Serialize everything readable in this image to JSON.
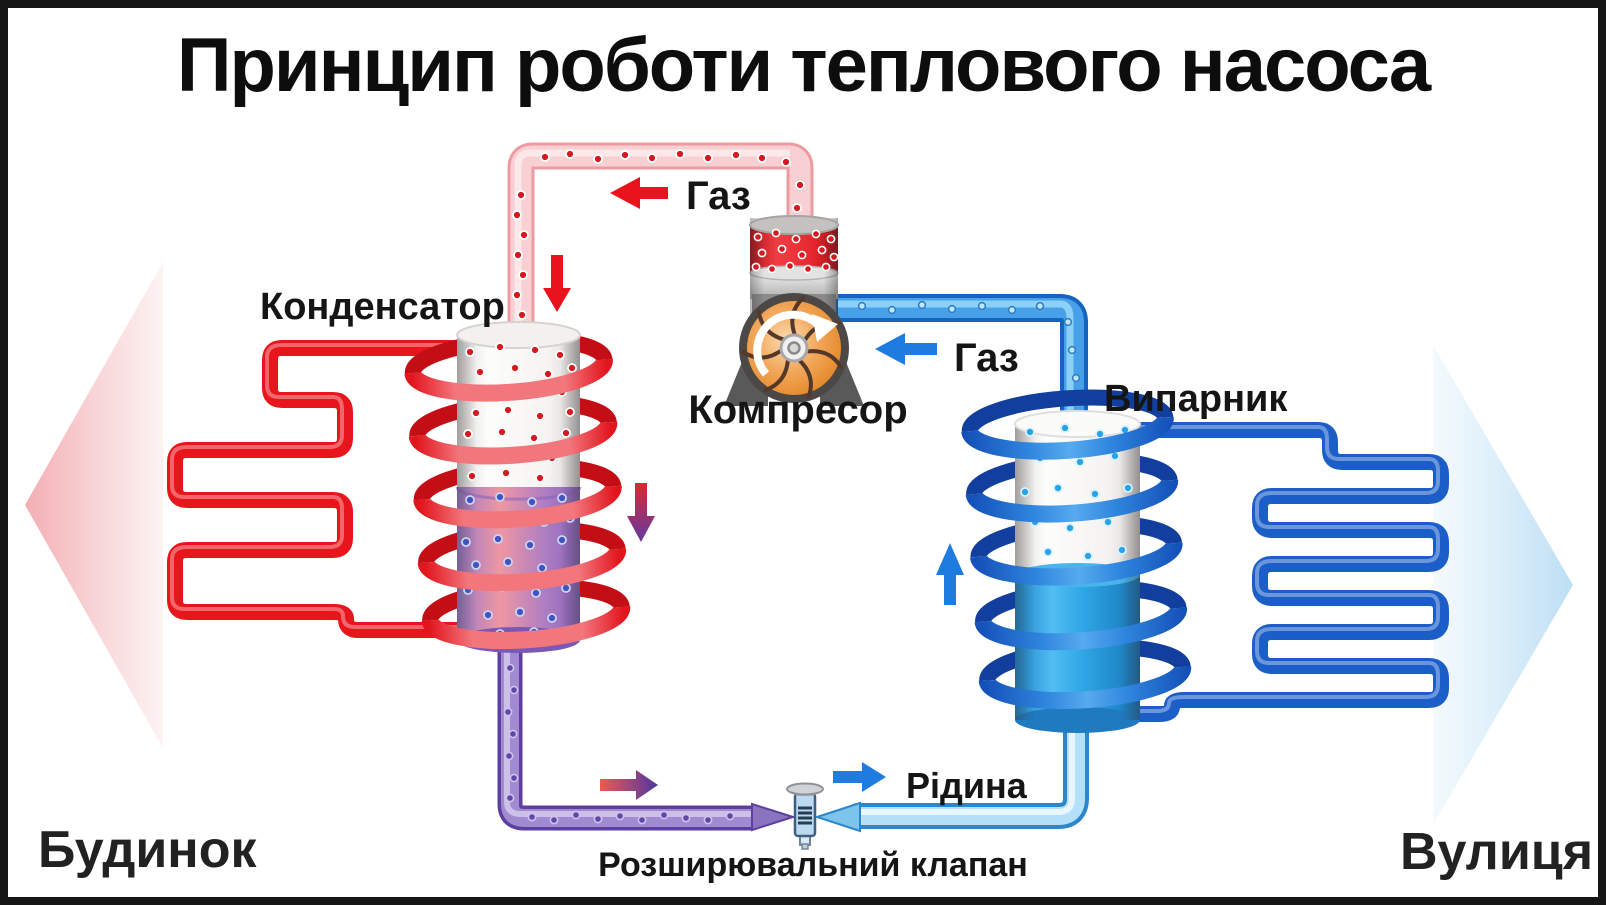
{
  "title": "Принцип роботи теплового насоса",
  "labels": {
    "condenser": "Конденсатор",
    "compressor": "Компресор",
    "evaporator": "Випарник",
    "gas_hot": "Газ",
    "gas_cold": "Газ",
    "liquid": "Рідина",
    "expansion_valve": "Розширювальний клапан",
    "house": "Будинок",
    "street": "Вулиця"
  },
  "colors": {
    "hot_red": "#e8151d",
    "hot_pipe_pink": "#f7cdd0",
    "cold_blue": "#1e5ec4",
    "cold_pipe_light": "#aedcf8",
    "liquid_purple": "#8a74c0",
    "compressor_orange": "#ee9440",
    "house_arrow_pink": "#f3b2b6",
    "street_arrow_blue": "#c0e0f4",
    "text_black": "#111111"
  }
}
